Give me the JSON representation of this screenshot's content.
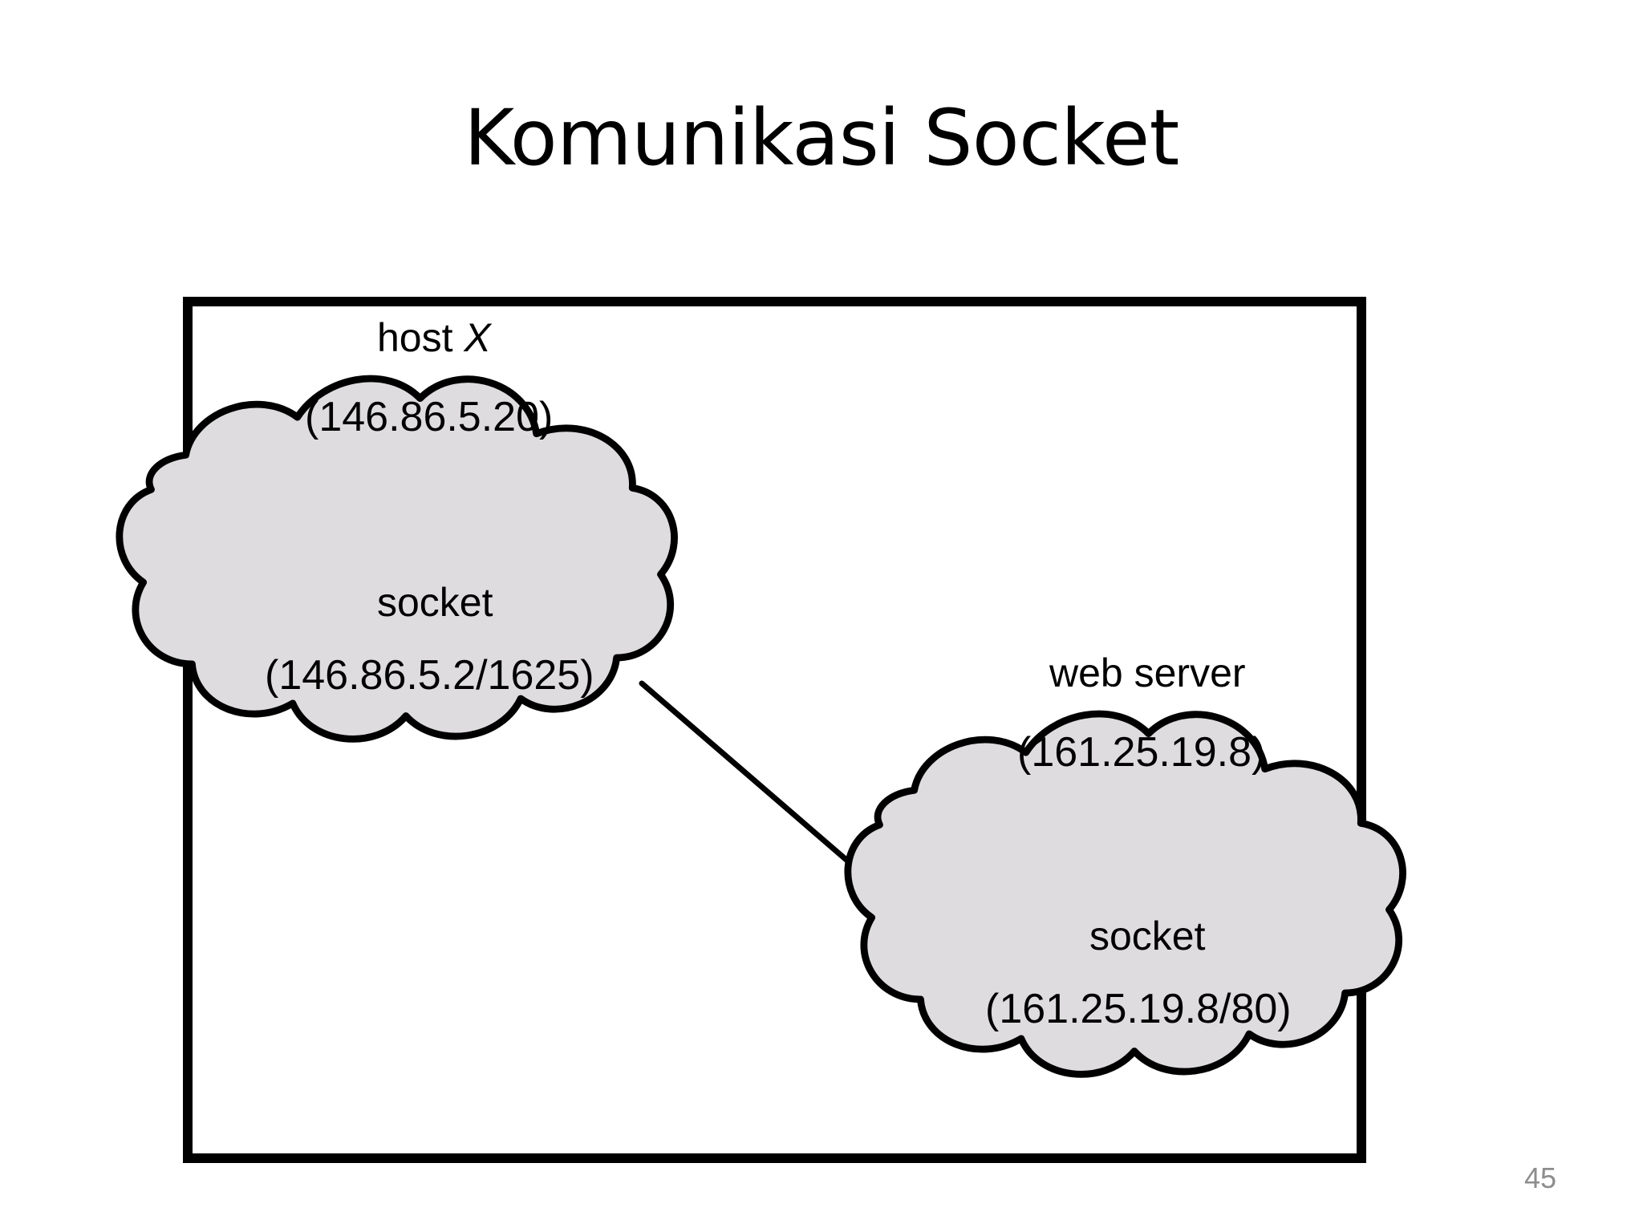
{
  "slide": {
    "title": "Komunikasi Socket",
    "page_number": "45"
  },
  "diagram": {
    "type": "network-socket-communication",
    "frame": {
      "label": "figure-border"
    },
    "host": {
      "name": "host X",
      "name_plain": "host",
      "name_italic": "X",
      "ip": "(146.86.5.20)"
    },
    "client_socket": {
      "label": "socket",
      "address": "(146.86.5.2/1625)"
    },
    "server": {
      "name": "web server",
      "ip": "(161.25.19.8)"
    },
    "server_socket": {
      "label": "socket",
      "address": "(161.25.19.8/80)"
    },
    "connection": {
      "label": "socket-connection-line"
    },
    "colors": {
      "cloud_fill": "#dedcdf",
      "cloud_stroke": "#000000",
      "frame_stroke": "#000000",
      "text": "#000000",
      "page_number": "#8d8d8d",
      "background": "#ffffff"
    }
  }
}
